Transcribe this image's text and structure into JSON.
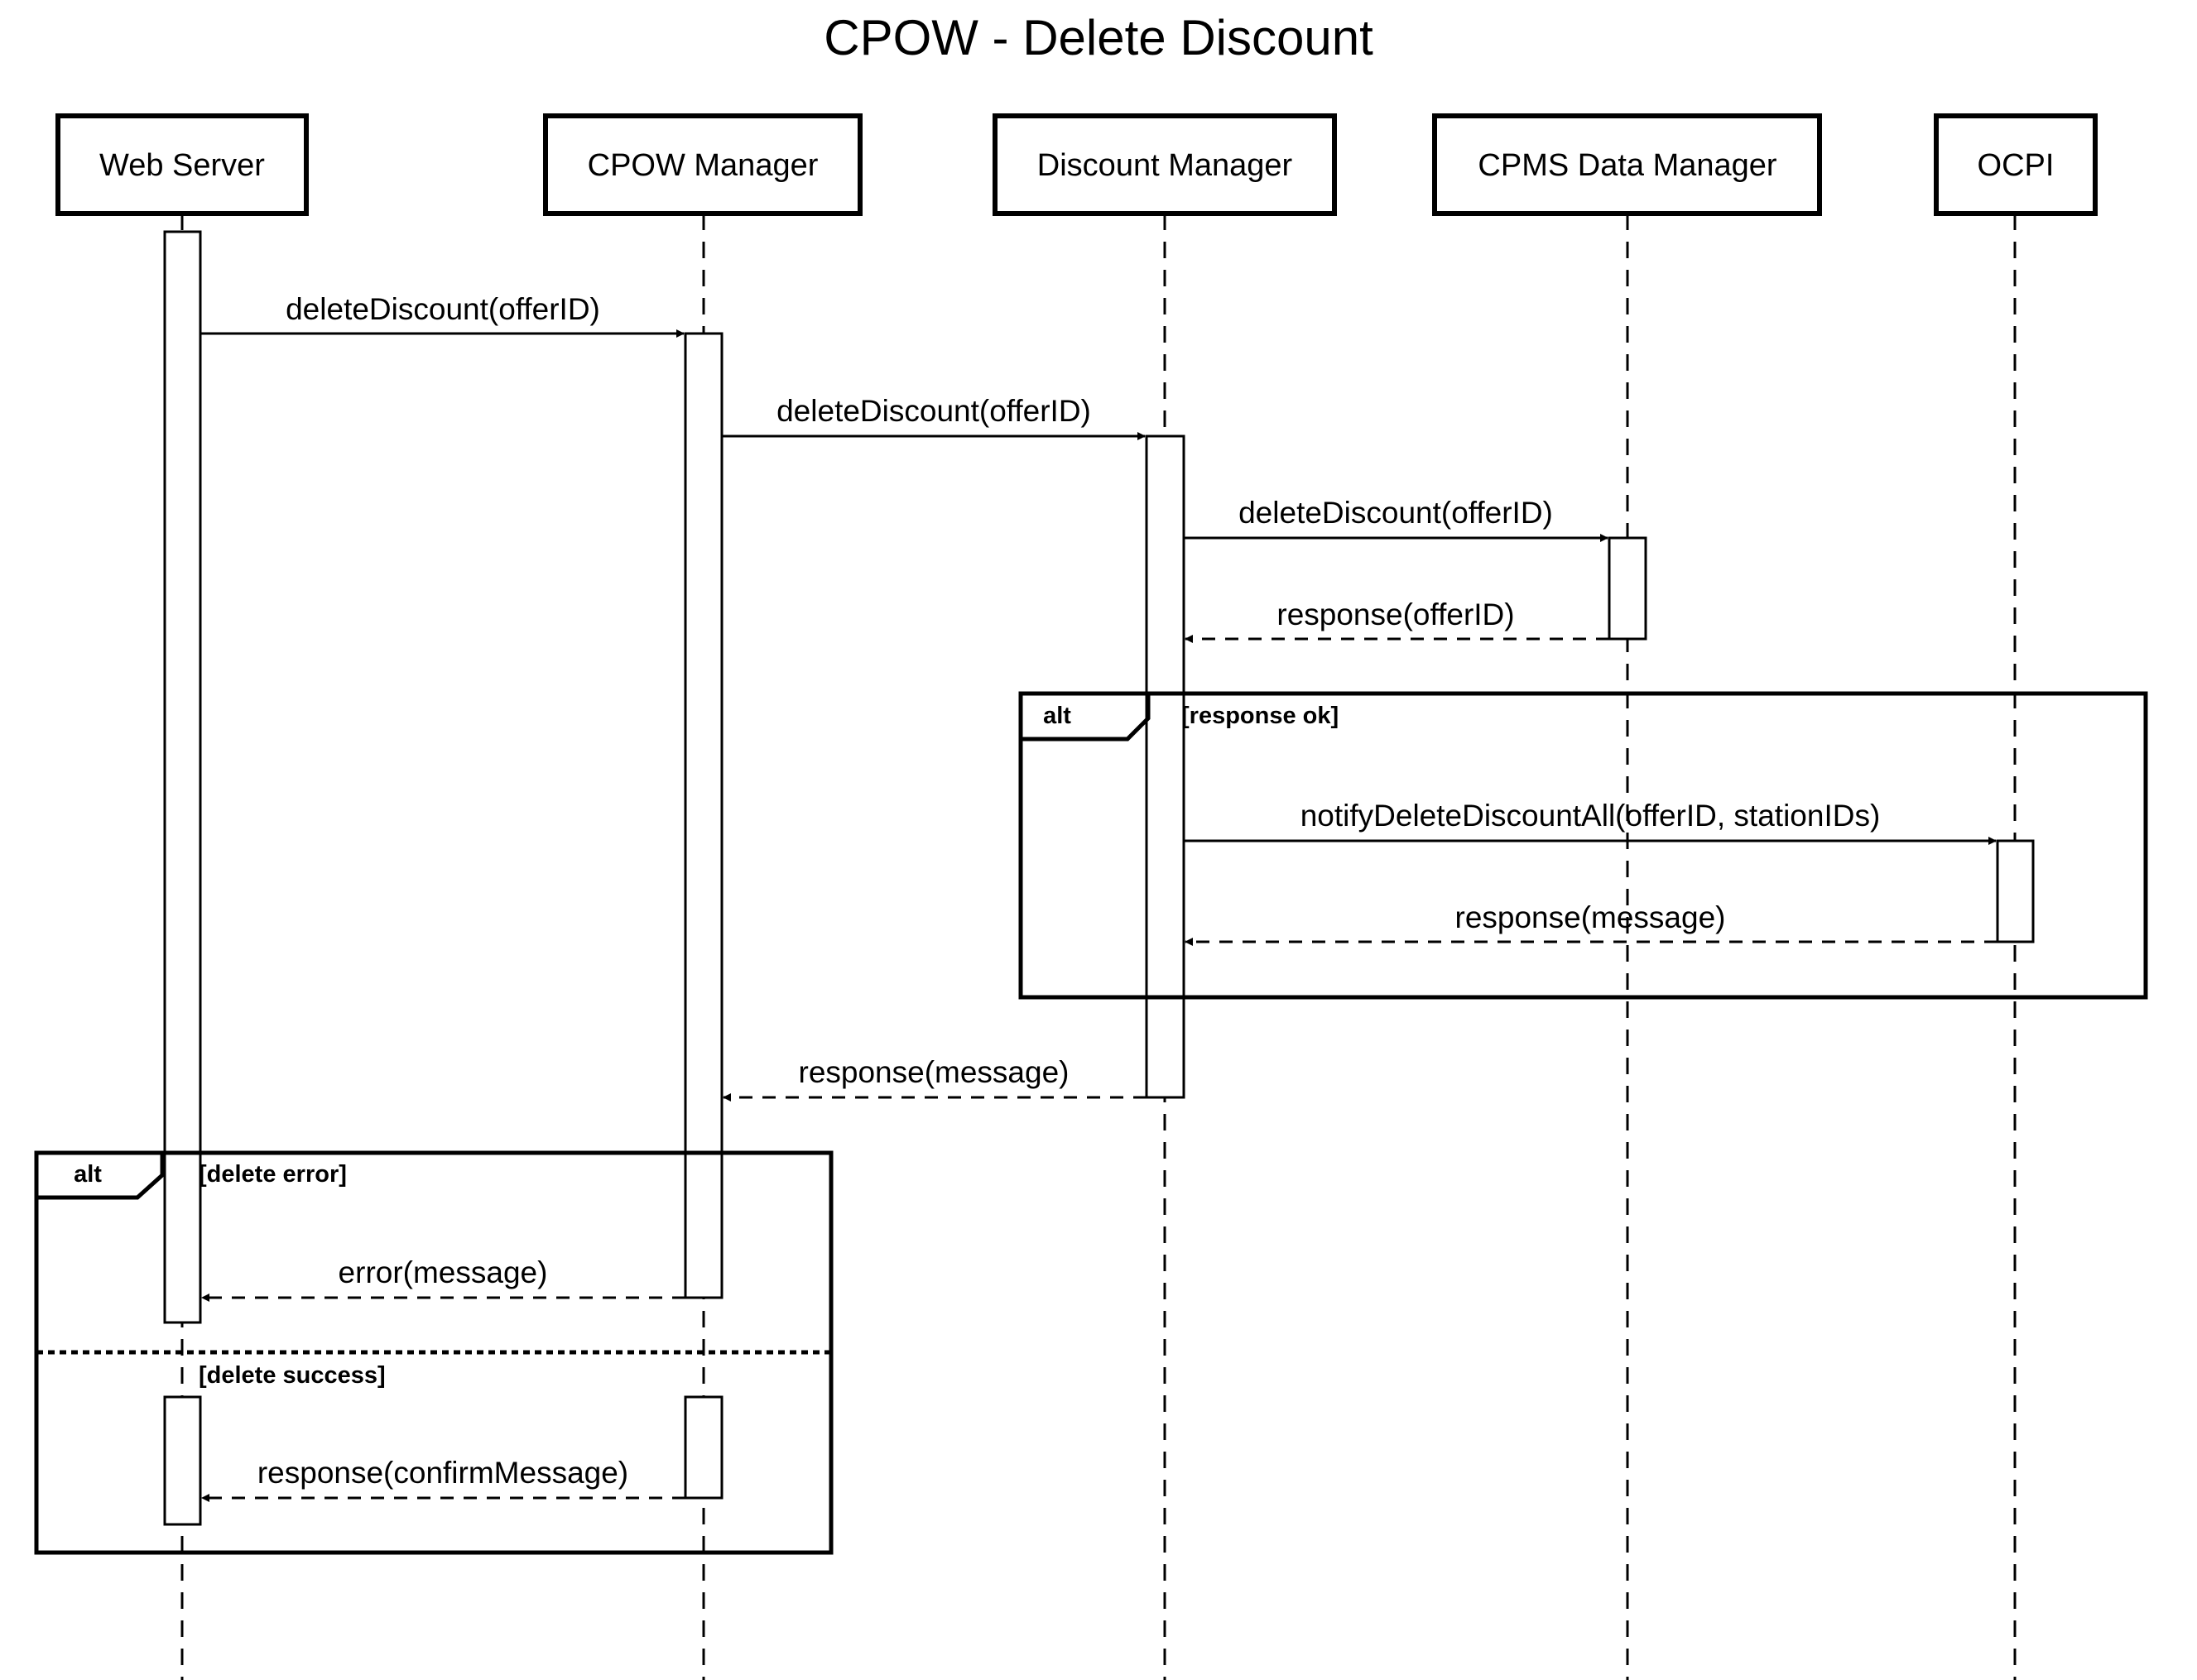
{
  "title": "CPOW - Delete Discount",
  "participants": [
    {
      "id": "web",
      "name": "Web Server"
    },
    {
      "id": "cpow",
      "name": "CPOW Manager"
    },
    {
      "id": "disc",
      "name": "Discount Manager"
    },
    {
      "id": "cpms",
      "name": "CPMS Data Manager"
    },
    {
      "id": "ocpi",
      "name": "OCPI"
    }
  ],
  "messages": [
    {
      "label": "deleteDiscount(offerID)",
      "from": "web",
      "to": "cpow",
      "kind": "sync"
    },
    {
      "label": "deleteDiscount(offerID)",
      "from": "cpow",
      "to": "disc",
      "kind": "sync"
    },
    {
      "label": "deleteDiscount(offerID)",
      "from": "disc",
      "to": "cpms",
      "kind": "sync"
    },
    {
      "label": "response(offerID)",
      "from": "cpms",
      "to": "disc",
      "kind": "reply"
    },
    {
      "label": "notifyDeleteDiscountAll(offerID, stationIDs)",
      "from": "disc",
      "to": "ocpi",
      "kind": "sync"
    },
    {
      "label": "response(message)",
      "from": "ocpi",
      "to": "disc",
      "kind": "reply"
    },
    {
      "label": "response(message)",
      "from": "disc",
      "to": "cpow",
      "kind": "reply"
    },
    {
      "label": "error(message)",
      "from": "cpow",
      "to": "web",
      "kind": "reply"
    },
    {
      "label": "response(confirmMessage)",
      "from": "cpow",
      "to": "web",
      "kind": "reply"
    }
  ],
  "fragments": [
    {
      "operator": "alt",
      "guards": [
        "[response ok]"
      ]
    },
    {
      "operator": "alt",
      "guards": [
        "[delete error]",
        "[delete success]"
      ]
    }
  ]
}
